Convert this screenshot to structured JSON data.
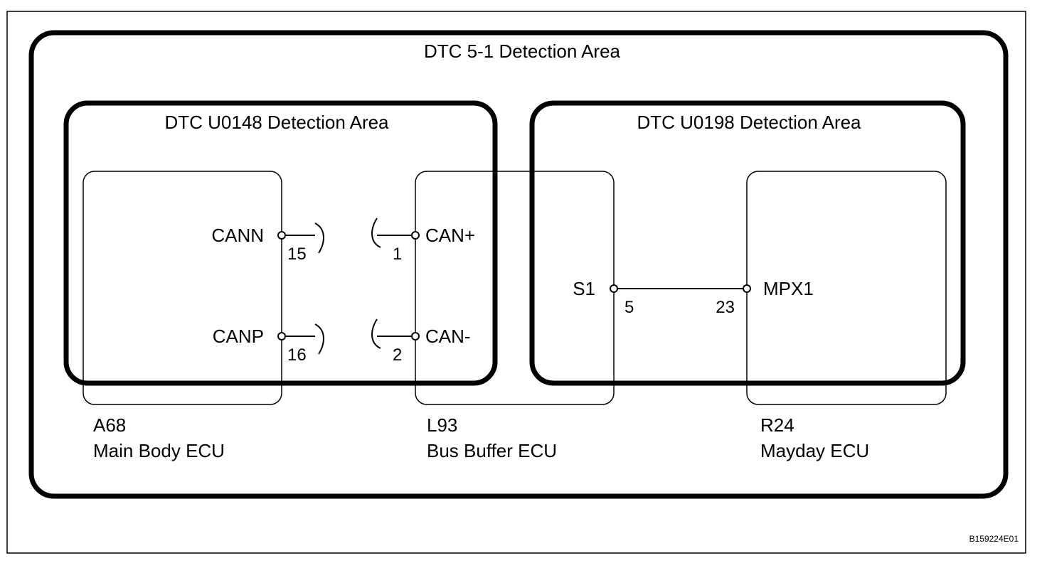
{
  "areas": {
    "outer_title": "DTC 5-1 Detection Area",
    "left_title": "DTC U0148 Detection Area",
    "right_title": "DTC U0198 Detection Area"
  },
  "ecus": {
    "main_body": {
      "code": "A68",
      "name": "Main Body ECU",
      "terminals": [
        {
          "label": "CANN",
          "pin": "15"
        },
        {
          "label": "CANP",
          "pin": "16"
        }
      ]
    },
    "bus_buffer": {
      "code": "L93",
      "name": "Bus Buffer ECU",
      "terminals": [
        {
          "label": "CAN+",
          "pin": "1"
        },
        {
          "label": "CAN-",
          "pin": "2"
        },
        {
          "label": "S1",
          "pin": "5"
        }
      ]
    },
    "mayday": {
      "code": "R24",
      "name": "Mayday ECU",
      "terminals": [
        {
          "label": "MPX1",
          "pin": "23"
        }
      ]
    }
  },
  "figure_ref": "B159224E01"
}
